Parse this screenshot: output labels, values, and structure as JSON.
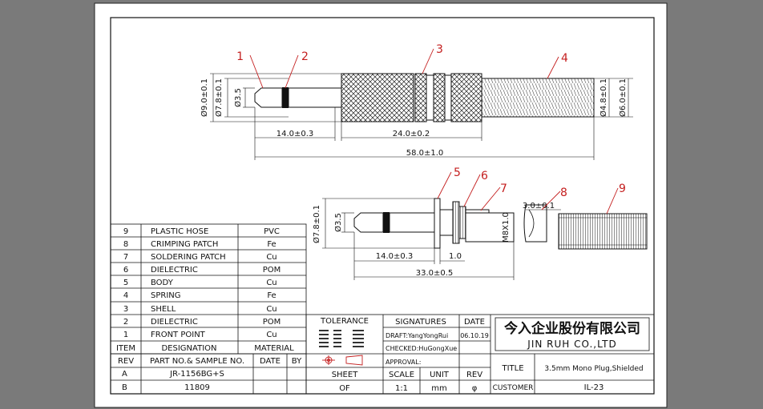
{
  "callouts": [
    "1",
    "2",
    "3",
    "4",
    "5",
    "6",
    "7",
    "8",
    "9"
  ],
  "dimensions": {
    "d_head": "Ø9.0±0.1",
    "d_body": "Ø7.8±0.1",
    "d_tip": "Ø3.5",
    "tip_len": "14.0±0.3",
    "sleeve_len": "24.0±0.2",
    "total_len": "58.0±1.0",
    "d_hose_in": "Ø4.8±0.1",
    "d_hose_out": "Ø6.0±0.1",
    "d_body2": "Ø7.8±0.1",
    "d_tip2": "Ø3.5",
    "tip_len2": "14.0±0.3",
    "flange": "1.0",
    "thread": "M8X1.0",
    "patch": "3.0±0.1",
    "total_len2": "33.0±0.5"
  },
  "bom": {
    "rows": [
      {
        "item": "9",
        "name": "PLASTIC HOSE",
        "material": "PVC"
      },
      {
        "item": "8",
        "name": "CRIMPING PATCH",
        "material": "Fe"
      },
      {
        "item": "7",
        "name": "SOLDERING PATCH",
        "material": "Cu"
      },
      {
        "item": "6",
        "name": "DIELECTRIC",
        "material": "POM"
      },
      {
        "item": "5",
        "name": "BODY",
        "material": "Cu"
      },
      {
        "item": "4",
        "name": "SPRING",
        "material": "Fe"
      },
      {
        "item": "3",
        "name": "SHELL",
        "material": "Cu"
      },
      {
        "item": "2",
        "name": "DIELECTRIC",
        "material": "POM"
      },
      {
        "item": "1",
        "name": "FRONT POINT",
        "material": "Cu"
      }
    ],
    "header": {
      "item": "ITEM",
      "name": "DESIGNATION",
      "material": "MATERIAL"
    }
  },
  "revtable": {
    "header": {
      "rev": "REV",
      "part": "PART NO.& SAMPLE NO.",
      "date": "DATE",
      "by": "BY"
    },
    "rows": [
      {
        "rev": "A",
        "part": "JR-1156BG+S"
      },
      {
        "rev": "B",
        "part": "11809"
      }
    ]
  },
  "titleblock": {
    "tolerance": "TOLERANCE",
    "signatures": "SIGNATURES",
    "date_label": "DATE",
    "draft": "DRAFT:YangYongRui",
    "draft_date": "06.10.19",
    "checked": "CHECKED:HuGongXue",
    "approval": "APPROVAL:",
    "company_cn": "今入企业股份有限公司",
    "company_en": "JIN RUH CO.,LTD",
    "sheet_label": "SHEET",
    "scale_label": "SCALE",
    "unit_label": "UNIT",
    "rev_label": "REV",
    "sheet_value": "OF",
    "scale_value": "1:1",
    "unit_value": "mm",
    "rev_value": "φ",
    "title_label": "TITLE",
    "title_value": "3.5mm Mono Plug,Shielded",
    "customer_label": "CUSTOMER",
    "customer_value": "IL-23"
  }
}
